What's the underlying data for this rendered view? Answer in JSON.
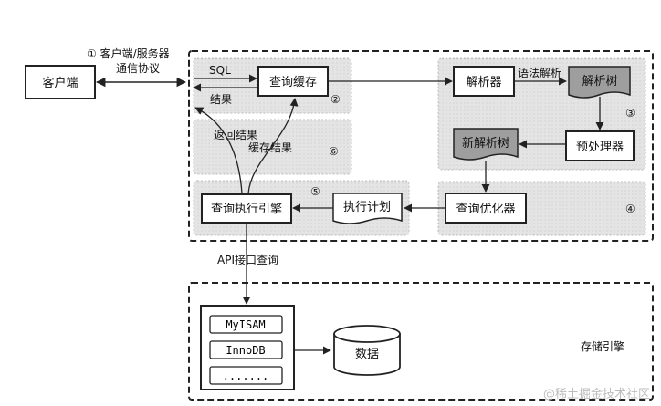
{
  "diagram": {
    "protocol_label_line1": "① 客户端/服务器",
    "protocol_label_line2": "通信协议",
    "client": "客户端",
    "sql_label": "SQL",
    "result_label": "结果",
    "query_cache": "查询缓存",
    "step2": "②",
    "parser": "解析器",
    "syntax_parse": "语法解析",
    "parse_tree": "解析树",
    "step3": "③",
    "return_result": "返回结果",
    "cache_result": "缓存结果",
    "step6": "⑥",
    "new_parse_tree": "新解析树",
    "preprocessor": "预处理器",
    "executor": "查询执行引擎",
    "step5": "⑤",
    "exec_plan": "执行计划",
    "optimizer": "查询优化器",
    "step4": "④",
    "api_label": "API接口查询",
    "engine_myisam": "MyISAM",
    "engine_innodb": "InnoDB",
    "engine_more": ".......",
    "data_store": "数据",
    "storage_label": "存储引擎",
    "watermark": "@稀土掘金技术社区"
  },
  "colors": {
    "panel_fill": "#e6e6e6",
    "doc_fill": "#9e9e9e",
    "line": "#222222",
    "watermark": "#bdbdbd"
  }
}
